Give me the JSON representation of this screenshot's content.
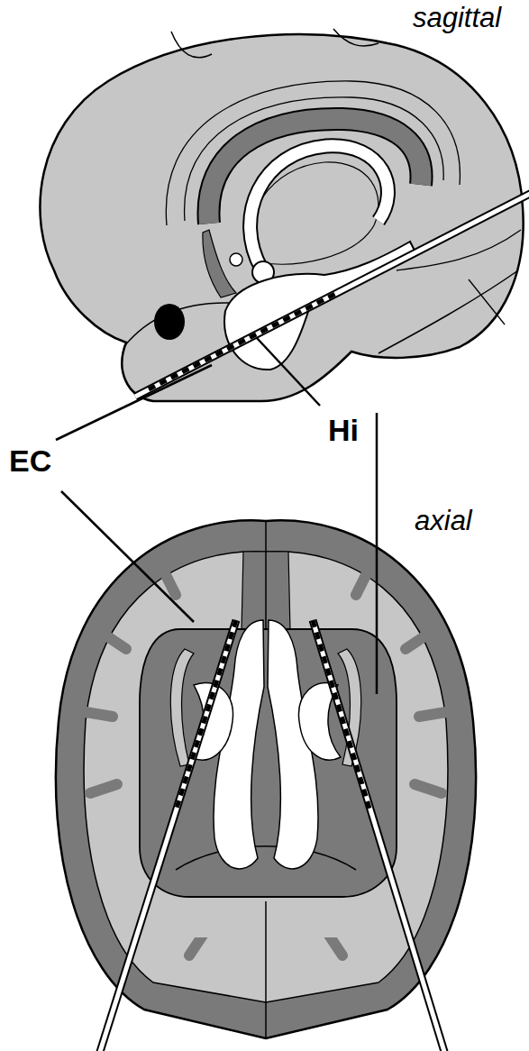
{
  "diagram": {
    "labels": [
      "sagittal",
      "EC",
      "Hi",
      "axial"
    ]
  }
}
